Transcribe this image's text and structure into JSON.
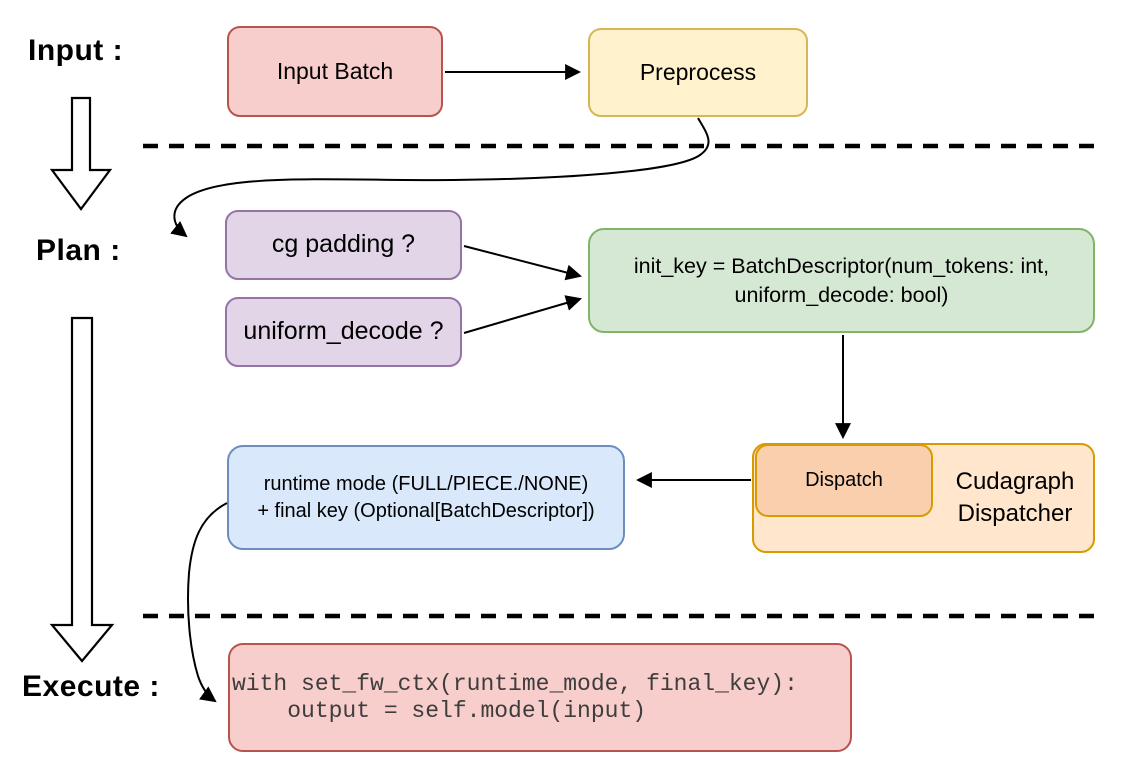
{
  "stage_labels": {
    "input": "Input :",
    "plan": "Plan :",
    "execute": "Execute :"
  },
  "nodes": {
    "input_batch": {
      "label": "Input Batch",
      "fill": "#f8cecc",
      "stroke": "#b85450"
    },
    "preprocess": {
      "label": "Preprocess",
      "fill": "#fff2cc",
      "stroke": "#d6b656"
    },
    "cg_padding": {
      "label": "cg padding ?",
      "fill": "#e1d5e7",
      "stroke": "#9673a6"
    },
    "uniform_decode": {
      "label": "uniform_decode ?",
      "fill": "#e1d5e7",
      "stroke": "#9673a6"
    },
    "init_key": {
      "line1": "init_key = BatchDescriptor(num_tokens: int,",
      "line2": "uniform_decode: bool)",
      "fill": "#d5e8d4",
      "stroke": "#82b366"
    },
    "dispatch": {
      "label": "Dispatch",
      "fill": "#f9cfae",
      "stroke": "#d79b00"
    },
    "cudagraph_dispatcher": {
      "line1": "Cudagraph",
      "line2": "Dispatcher",
      "fill": "#ffe6cc",
      "stroke": "#d79b00"
    },
    "runtime_mode": {
      "line1": "runtime mode (FULL/PIECE./NONE)",
      "line2": "+ final key (Optional[BatchDescriptor])",
      "fill": "#dae8fc",
      "stroke": "#6c8ebf"
    },
    "execute_code": {
      "line1": "with set_fw_ctx(runtime_mode, final_key):",
      "line2": "    output = self.model(input)",
      "fill": "#f8cecc",
      "stroke": "#b85450",
      "text_color": "#3d3d3d"
    }
  },
  "connector_color": "#000000"
}
